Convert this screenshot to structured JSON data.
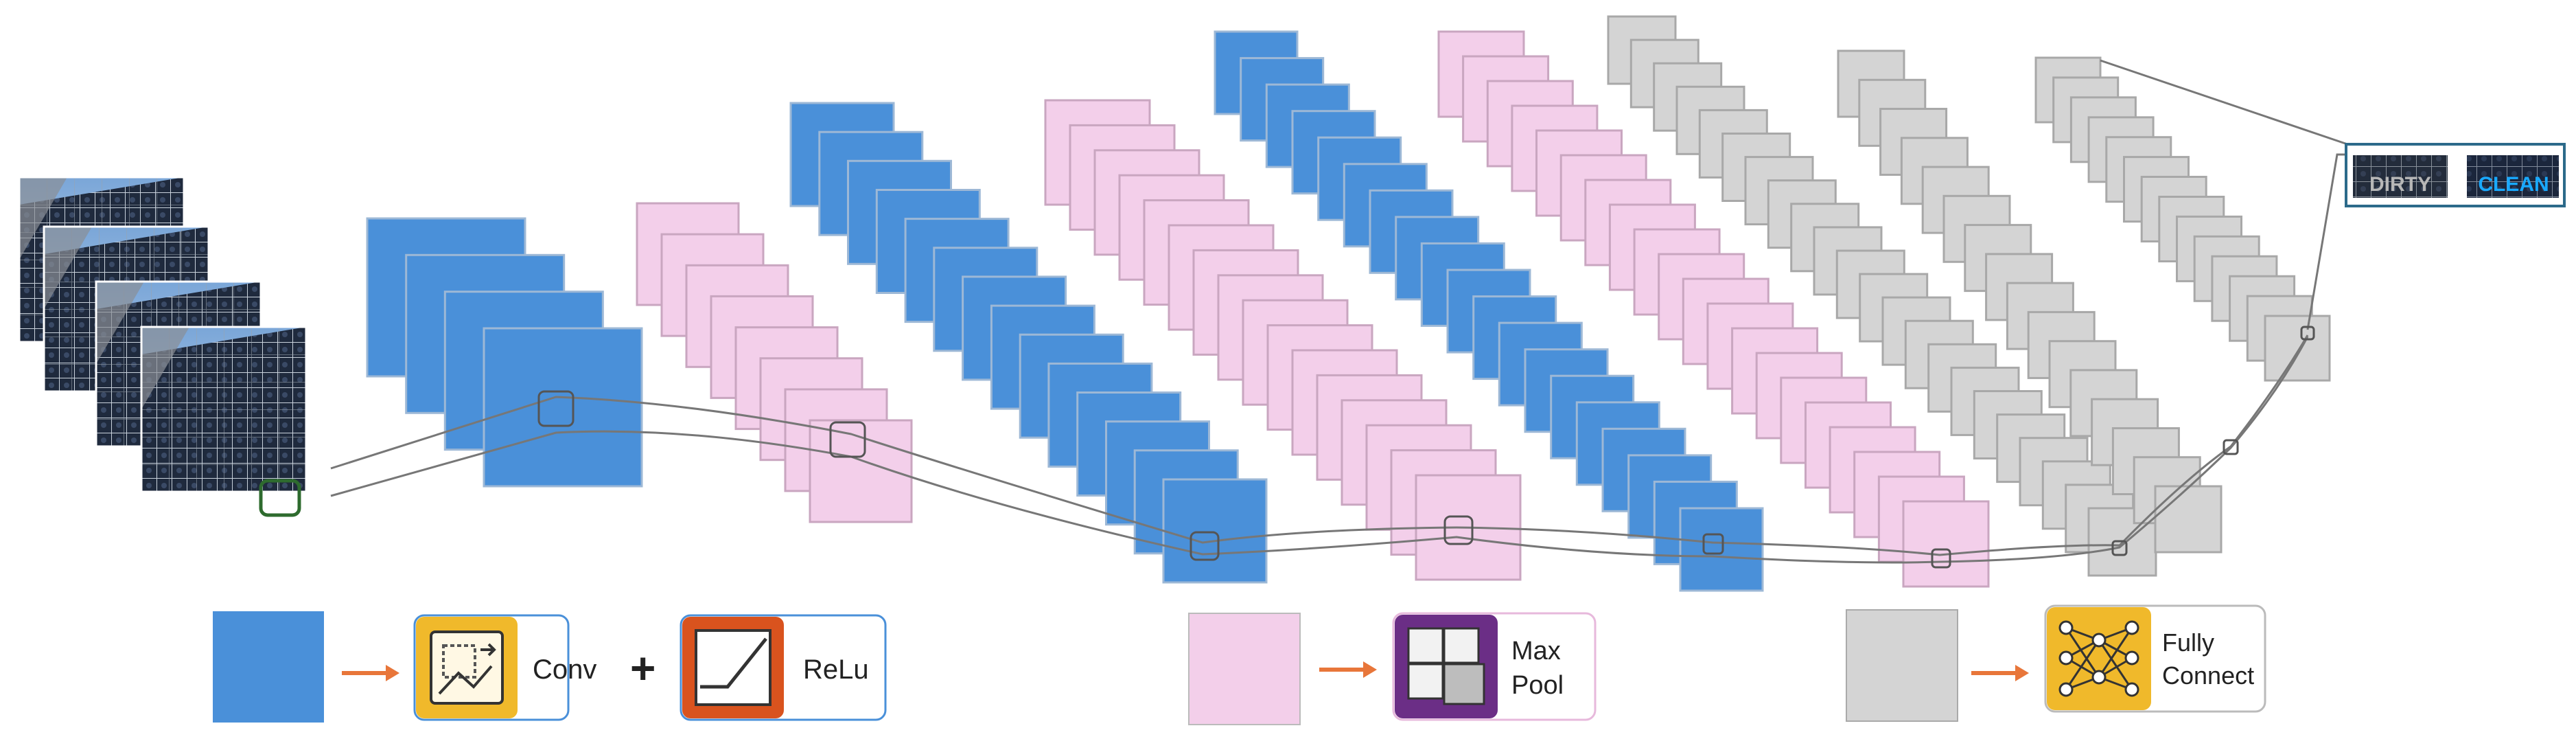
{
  "legend": {
    "conv_label": "Conv",
    "plus": "+",
    "relu_label": "ReLu",
    "maxpool_line1": "Max",
    "maxpool_line2": "Pool",
    "fc_line1": "Fully",
    "fc_line2": "Connect"
  },
  "output": {
    "dirty_label": "DIRTY",
    "clean_label": "CLEAN"
  },
  "colors": {
    "conv": "#4a90d9",
    "pool": "#f3cfea",
    "fc": "#d4d4d4",
    "arrow": "#e8763a",
    "conv_icon_bg": "#f0b92b",
    "relu_icon_bg": "#d9531e",
    "pool_icon_bg": "#6b2e86",
    "fc_icon_bg": "#f0b92b",
    "clean_text": "#19a9ff"
  },
  "icons": {
    "conv": "conv-filter-icon",
    "relu": "relu-graph-icon",
    "maxpool": "max-pool-grid-icon",
    "fc": "fully-connected-network-icon"
  }
}
